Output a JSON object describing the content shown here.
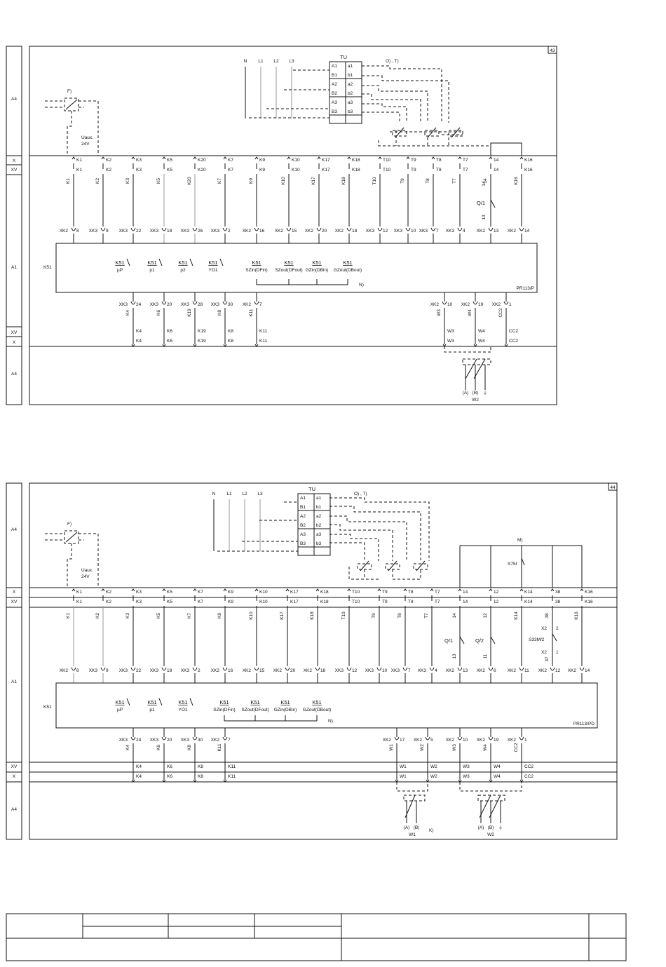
{
  "diagram1": {
    "sheet_number": "43",
    "rows": [
      "A4",
      "X",
      "XV",
      "A1",
      "XV",
      "X",
      "A4"
    ],
    "supply": [
      "N",
      "L1",
      "L2",
      "L3"
    ],
    "tu": {
      "title": "TU",
      "left": [
        "A1",
        "B1",
        "A2",
        "B2",
        "A3",
        "B3"
      ],
      "right": [
        "a1",
        "b1",
        "a2",
        "b2",
        "a3",
        "b3"
      ]
    },
    "refs": {
      "f": "F)",
      "ot": "O) , T)",
      "n": "N)"
    },
    "uaux": [
      "Uaux.",
      "24V"
    ],
    "top_terminals": [
      {
        "id": "K1",
        "xk": "XK2",
        "pin": "8"
      },
      {
        "id": "K2",
        "xk": "XK3",
        "pin": "9"
      },
      {
        "id": "K3",
        "xk": "XK3",
        "pin": "22"
      },
      {
        "id": "K5",
        "xk": "XK3",
        "pin": "18"
      },
      {
        "id": "K20",
        "xk": "XK3",
        "pin": "26"
      },
      {
        "id": "K7",
        "xk": "XK3",
        "pin": "2"
      },
      {
        "id": "K9",
        "xk": "XK2",
        "pin": "16"
      },
      {
        "id": "K10",
        "xk": "XK2",
        "pin": "15"
      },
      {
        "id": "K17",
        "xk": "XK2",
        "pin": "20"
      },
      {
        "id": "K18",
        "xk": "XK2",
        "pin": "18"
      },
      {
        "id": "T10",
        "xk": "XK3",
        "pin": "12"
      },
      {
        "id": "T9",
        "xk": "XK3",
        "pin": "10"
      },
      {
        "id": "T8",
        "xk": "XK3",
        "pin": "7"
      },
      {
        "id": "T7",
        "xk": "XK3",
        "pin": "4"
      },
      {
        "id": "14",
        "xk": "XK2",
        "pin": "13"
      },
      {
        "id": "K16",
        "xk": "XK2",
        "pin": "14"
      }
    ],
    "contacts": [
      {
        "tag": "K51",
        "name": "µP"
      },
      {
        "tag": "K51",
        "name": "p1"
      },
      {
        "tag": "K51",
        "name": "p2"
      },
      {
        "tag": "K51",
        "name": "YO1"
      },
      {
        "tag": "K51",
        "name": "SZin(DFin)"
      },
      {
        "tag": "K51",
        "name": "SZout(DFout)"
      },
      {
        "tag": "K51",
        "name": "GZin(DBin)"
      },
      {
        "tag": "K51",
        "name": "GZout(DBout)"
      }
    ],
    "breaker": {
      "name": "Q/1",
      "pin_top": "14",
      "pin_bot": "13"
    },
    "k51": "K51",
    "unit": "PR113/P",
    "bottom_terminals": [
      {
        "id": "K4",
        "xk": "XK3",
        "pin": "24"
      },
      {
        "id": "K6",
        "xk": "XK3",
        "pin": "20"
      },
      {
        "id": "K19",
        "xk": "XK3",
        "pin": "28"
      },
      {
        "id": "K8",
        "xk": "XK3",
        "pin": "30"
      },
      {
        "id": "K11",
        "xk": "XK2",
        "pin": "7"
      },
      {
        "id": "W3",
        "xk": "XK2",
        "pin": "10"
      },
      {
        "id": "W4",
        "xk": "XK2",
        "pin": "19"
      },
      {
        "id": "CC2",
        "xk": "XK2",
        "pin": "1"
      }
    ],
    "cable": {
      "name": "W2",
      "terms": [
        "(A)",
        "(B)",
        "⏚"
      ]
    }
  },
  "diagram2": {
    "sheet_number": "44",
    "rows": [
      "A4",
      "X",
      "XV",
      "A1",
      "XV",
      "X",
      "A4"
    ],
    "supply": [
      "N",
      "L1",
      "L2",
      "L3"
    ],
    "tu": {
      "title": "TU",
      "left": [
        "A1",
        "B1",
        "A2",
        "B2",
        "A3",
        "B3"
      ],
      "right": [
        "a1",
        "b1",
        "a2",
        "b2",
        "a3",
        "b3"
      ]
    },
    "refs": {
      "f": "F)",
      "ot": "O) , T)",
      "n": "N)",
      "m": "M)",
      "k": "K)"
    },
    "uaux": [
      "Uaux.",
      "24V"
    ],
    "top_terminals": [
      {
        "id": "K1",
        "xk": "XK2",
        "pin": "8"
      },
      {
        "id": "K2",
        "xk": "XK3",
        "pin": "9"
      },
      {
        "id": "K3",
        "xk": "XK3",
        "pin": "22"
      },
      {
        "id": "K5",
        "xk": "XK3",
        "pin": "18"
      },
      {
        "id": "K7",
        "xk": "XK3",
        "pin": "2"
      },
      {
        "id": "K9",
        "xk": "XK2",
        "pin": "16"
      },
      {
        "id": "K10",
        "xk": "XK2",
        "pin": "15"
      },
      {
        "id": "K17",
        "xk": "XK2",
        "pin": "20"
      },
      {
        "id": "K18",
        "xk": "XK2",
        "pin": "18"
      },
      {
        "id": "T10",
        "xk": "XK3",
        "pin": "12"
      },
      {
        "id": "T9",
        "xk": "XK3",
        "pin": "10"
      },
      {
        "id": "T8",
        "xk": "XK3",
        "pin": "7"
      },
      {
        "id": "T7",
        "xk": "XK3",
        "pin": "4"
      },
      {
        "id": "14",
        "xk": "XK2",
        "pin": "13"
      },
      {
        "id": "12",
        "xk": "XK2",
        "pin": "6"
      },
      {
        "id": "K14",
        "xk": "XK2",
        "pin": "11"
      },
      {
        "id": "38",
        "xk": "XK2",
        "pin": "12"
      },
      {
        "id": "K16",
        "xk": "XK2",
        "pin": "14"
      }
    ],
    "contacts": [
      {
        "tag": "K51",
        "name": "µP"
      },
      {
        "tag": "K51",
        "name": "p1"
      },
      {
        "tag": "K51",
        "name": "YO1"
      },
      {
        "tag": "K51",
        "name": "SZin(DFin)"
      },
      {
        "tag": "K51",
        "name": "SZout(DFout)"
      },
      {
        "tag": "K51",
        "name": "GZin(DBin)"
      },
      {
        "tag": "K51",
        "name": "GZout(DBout)"
      }
    ],
    "breakers": [
      {
        "name": "Q/1",
        "pin_top": "14",
        "pin_bot": "13"
      },
      {
        "name": "Q/2",
        "pin_top": "12",
        "pin_bot": "11"
      }
    ],
    "s75i": "S75I",
    "s33": {
      "name": "S33M/2",
      "x1": "X2",
      "p1": "2",
      "x2": "X2",
      "p2": "1",
      "w": "37"
    },
    "k51": "K51",
    "unit": "PR113/PD",
    "bottom_terminals": [
      {
        "id": "K4",
        "xk": "XK3",
        "pin": "24"
      },
      {
        "id": "K6",
        "xk": "XK3",
        "pin": "20"
      },
      {
        "id": "K8",
        "xk": "XK3",
        "pin": "30"
      },
      {
        "id": "K11",
        "xk": "XK2",
        "pin": "7"
      },
      {
        "id": "W1",
        "xk": "XK2",
        "pin": "17"
      },
      {
        "id": "W2",
        "xk": "XK2",
        "pin": "5"
      },
      {
        "id": "W3",
        "xk": "XK2",
        "pin": "10"
      },
      {
        "id": "W4",
        "xk": "XK2",
        "pin": "19"
      },
      {
        "id": "CC2",
        "xk": "XK2",
        "pin": "1"
      }
    ],
    "cables": [
      {
        "name": "W1",
        "terms": [
          "(A)",
          "(B)"
        ]
      },
      {
        "name": "W2",
        "terms": [
          "(A)",
          "(B)",
          "⏚"
        ]
      }
    ]
  }
}
